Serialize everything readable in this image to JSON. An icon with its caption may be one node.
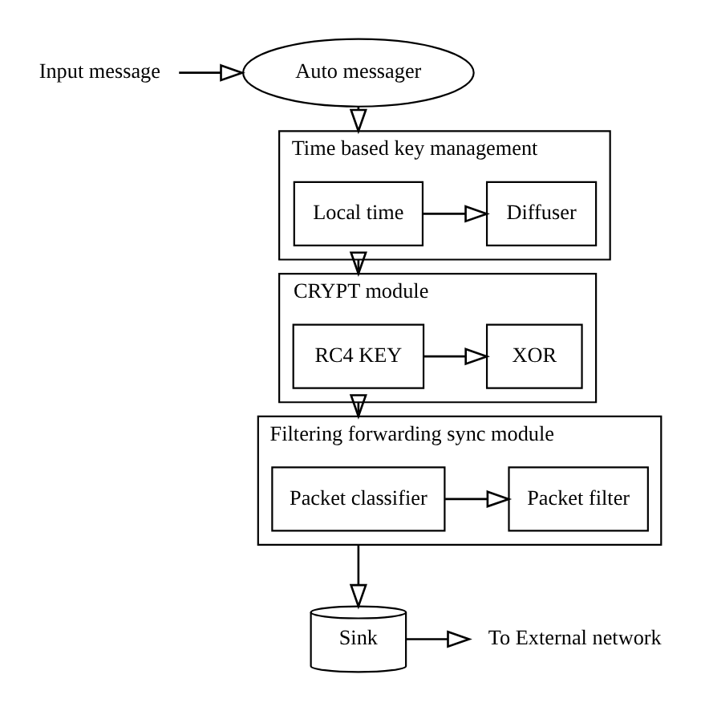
{
  "diagram": {
    "nodes": [
      {
        "text": [
          "Input message"
        ]
      },
      {
        "text": [
          "Auto messager"
        ]
      },
      {
        "text": [
          "Time based key management"
        ]
      },
      {
        "text": [
          "Local time"
        ],
        "in": 2
      },
      {
        "text": [
          "Diffuser"
        ],
        "in": 2
      },
      {
        "text": [
          "CRYPT module"
        ]
      },
      {
        "text": [
          "RC4 KEY"
        ],
        "in": 5
      },
      {
        "text": [
          "XOR"
        ],
        "in": 5
      },
      {
        "text": [
          "Filtering forwarding sync module"
        ]
      },
      {
        "text": [
          "Packet classifier"
        ],
        "in": 8
      },
      {
        "text": [
          "Packet filter"
        ],
        "in": 8
      },
      {
        "text": [
          "Sink"
        ]
      },
      {
        "text": [
          "To External network"
        ]
      }
    ],
    "edges": [
      {
        "from": 0,
        "to": 1,
        "arrow": "to"
      },
      {
        "from": 1,
        "to": 2,
        "arrow": "to"
      },
      {
        "from": 3,
        "to": 4,
        "arrow": "to"
      },
      {
        "from": 2,
        "to": 5,
        "arrow": "to"
      },
      {
        "from": 6,
        "to": 7,
        "arrow": "to"
      },
      {
        "from": 5,
        "to": 8,
        "arrow": "to"
      },
      {
        "from": 9,
        "to": 10,
        "arrow": "to"
      },
      {
        "from": 8,
        "to": 11,
        "arrow": "to"
      },
      {
        "from": 11,
        "to": 12,
        "arrow": "to"
      }
    ]
  }
}
